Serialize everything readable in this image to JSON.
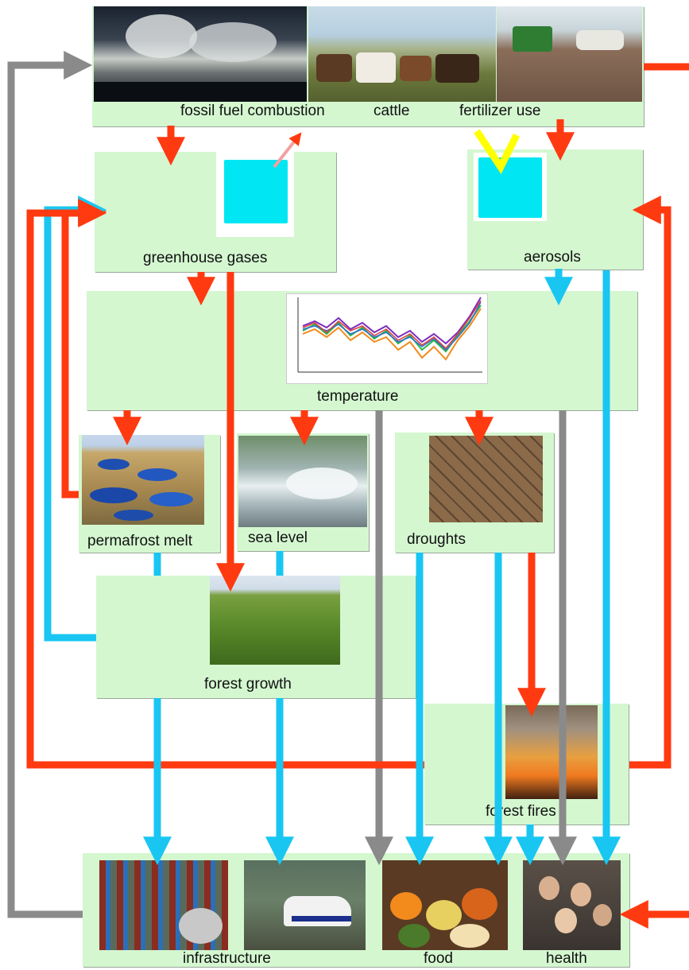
{
  "title_row": {
    "fossil_label": "fossil fuel combustion",
    "cattle_label": "cattle",
    "fertilizer_label": "fertilizer use"
  },
  "nodes": {
    "greenhouse": "greenhouse gases",
    "aerosols": "aerosols",
    "temperature": "temperature",
    "permafrost": "permafrost melt",
    "sea_level": "sea level",
    "droughts": "droughts",
    "forest_growth": "forest growth",
    "forest_fires": "forest fires"
  },
  "impacts": {
    "infrastructure": "infrastructure",
    "food": "food",
    "health": "health"
  },
  "colors": {
    "box": "#d4f7d0",
    "positive_arrow": "#ff3a10",
    "negative_arrow": "#19c6f2",
    "neutral_arrow": "#8a8a8a",
    "radiation": "#ffff00",
    "globe": "#00e6f2"
  }
}
